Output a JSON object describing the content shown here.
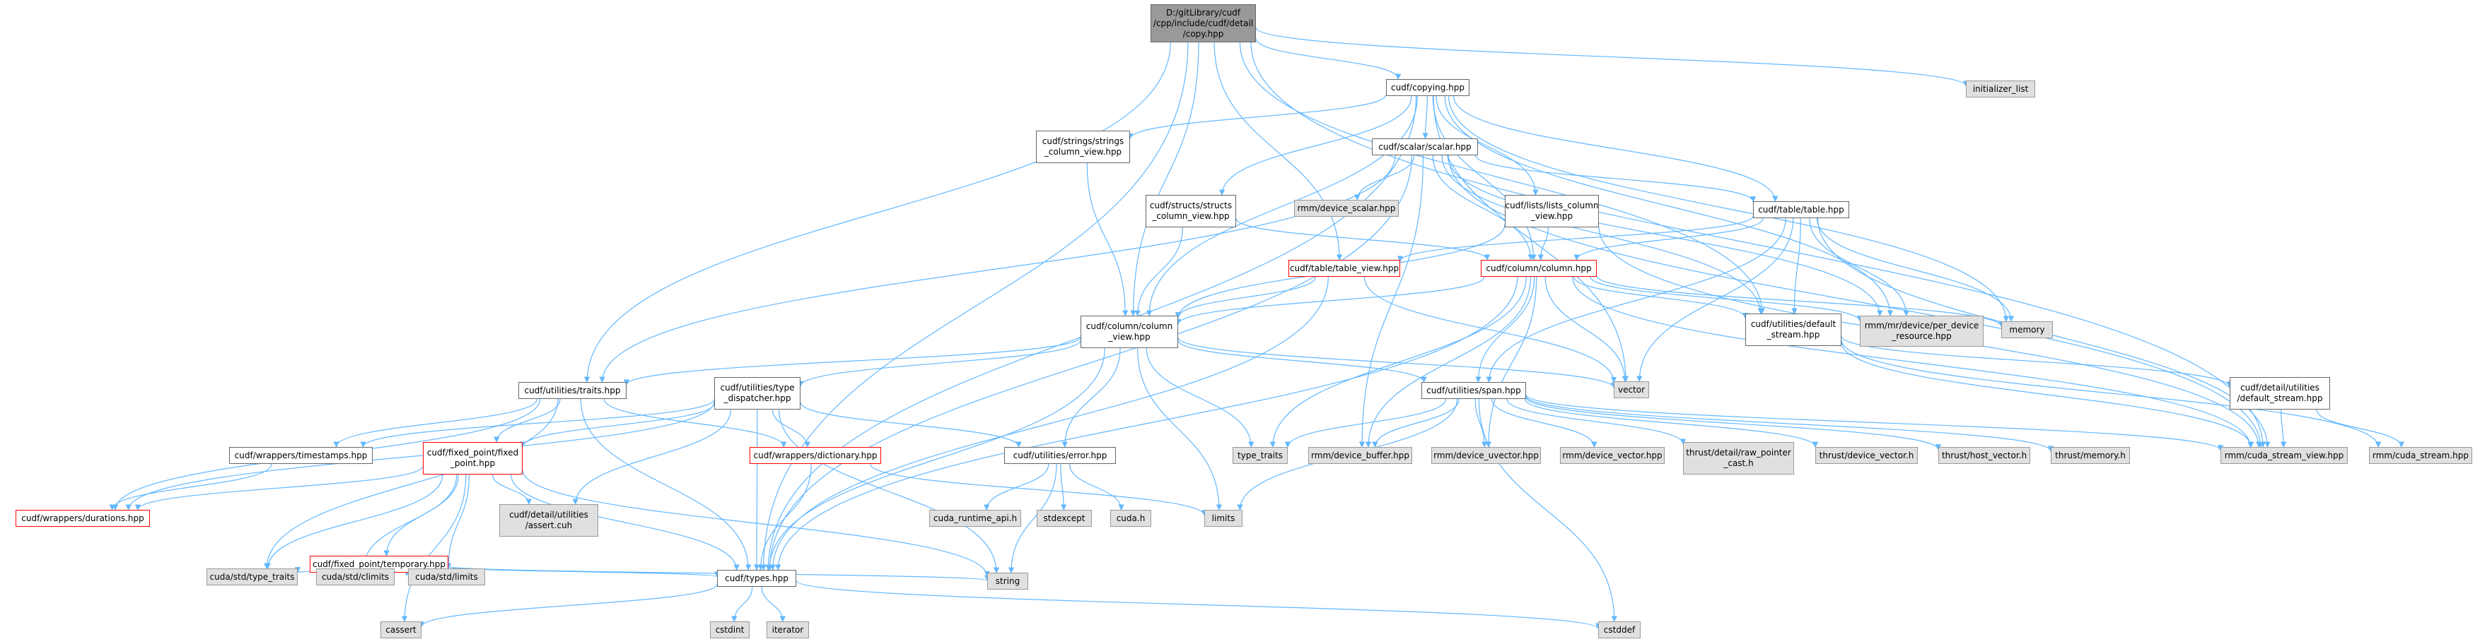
{
  "nodes": [
    {
      "id": "root",
      "label": "D:/gitLibrary/cudf\n/cpp/include/cudf/detail\n/copy.hpp",
      "kind": "root"
    },
    {
      "id": "initializer_list",
      "label": "initializer_list",
      "kind": "gray"
    },
    {
      "id": "copying",
      "label": "cudf/copying.hpp",
      "kind": "white"
    },
    {
      "id": "strings_view",
      "label": "cudf/strings/strings\n_column_view.hpp",
      "kind": "white"
    },
    {
      "id": "scalar",
      "label": "cudf/scalar/scalar.hpp",
      "kind": "white"
    },
    {
      "id": "device_scalar",
      "label": "rmm/device_scalar.hpp",
      "kind": "gray"
    },
    {
      "id": "structs_view",
      "label": "cudf/structs/structs\n_column_view.hpp",
      "kind": "white"
    },
    {
      "id": "lists_view",
      "label": "cudf/lists/lists_column\n_view.hpp",
      "kind": "white"
    },
    {
      "id": "table",
      "label": "cudf/table/table.hpp",
      "kind": "white"
    },
    {
      "id": "table_view",
      "label": "cudf/table/table_view.hpp",
      "kind": "red"
    },
    {
      "id": "column",
      "label": "cudf/column/column.hpp",
      "kind": "red"
    },
    {
      "id": "per_device",
      "label": "rmm/mr/device/per_device\n_resource.hpp",
      "kind": "gray"
    },
    {
      "id": "memory",
      "label": "memory",
      "kind": "gray"
    },
    {
      "id": "default_stream",
      "label": "cudf/utilities/default\n_stream.hpp",
      "kind": "white"
    },
    {
      "id": "column_view",
      "label": "cudf/column/column\n_view.hpp",
      "kind": "white"
    },
    {
      "id": "vector",
      "label": "vector",
      "kind": "gray"
    },
    {
      "id": "detail_default_stream",
      "label": "cudf/detail/utilities\n/default_stream.hpp",
      "kind": "white"
    },
    {
      "id": "traits",
      "label": "cudf/utilities/traits.hpp",
      "kind": "white"
    },
    {
      "id": "type_dispatcher",
      "label": "cudf/utilities/type\n_dispatcher.hpp",
      "kind": "white"
    },
    {
      "id": "span",
      "label": "cudf/utilities/span.hpp",
      "kind": "white"
    },
    {
      "id": "timestamps",
      "label": "cudf/wrappers/timestamps.hpp",
      "kind": "white"
    },
    {
      "id": "fixed_point",
      "label": "cudf/fixed_point/fixed\n_point.hpp",
      "kind": "red"
    },
    {
      "id": "dictionary",
      "label": "cudf/wrappers/dictionary.hpp",
      "kind": "red"
    },
    {
      "id": "error",
      "label": "cudf/utilities/error.hpp",
      "kind": "white"
    },
    {
      "id": "type_traits",
      "label": "type_traits",
      "kind": "gray"
    },
    {
      "id": "device_buffer",
      "label": "rmm/device_buffer.hpp",
      "kind": "gray"
    },
    {
      "id": "device_uvector",
      "label": "rmm/device_uvector.hpp",
      "kind": "gray"
    },
    {
      "id": "device_vector",
      "label": "rmm/device_vector.hpp",
      "kind": "gray"
    },
    {
      "id": "raw_pointer_cast",
      "label": "thrust/detail/raw_pointer\n_cast.h",
      "kind": "gray"
    },
    {
      "id": "thrust_device_vector",
      "label": "thrust/device_vector.h",
      "kind": "gray"
    },
    {
      "id": "host_vector",
      "label": "thrust/host_vector.h",
      "kind": "gray"
    },
    {
      "id": "thrust_memory",
      "label": "thrust/memory.h",
      "kind": "gray"
    },
    {
      "id": "cuda_stream_view",
      "label": "rmm/cuda_stream_view.hpp",
      "kind": "gray"
    },
    {
      "id": "cuda_stream",
      "label": "rmm/cuda_stream.hpp",
      "kind": "gray"
    },
    {
      "id": "durations",
      "label": "cudf/wrappers/durations.hpp",
      "kind": "red"
    },
    {
      "id": "assert_cuh",
      "label": "cudf/detail/utilities\n/assert.cuh",
      "kind": "gray"
    },
    {
      "id": "temporary",
      "label": "cudf/fixed_point/temporary.hpp",
      "kind": "red"
    },
    {
      "id": "cuda_runtime_api",
      "label": "cuda_runtime_api.h",
      "kind": "gray"
    },
    {
      "id": "stdexcept",
      "label": "stdexcept",
      "kind": "gray"
    },
    {
      "id": "cuda_h",
      "label": "cuda.h",
      "kind": "gray"
    },
    {
      "id": "limits",
      "label": "limits",
      "kind": "gray"
    },
    {
      "id": "std_type_traits",
      "label": "cuda/std/type_traits",
      "kind": "gray"
    },
    {
      "id": "climits",
      "label": "cuda/std/climits",
      "kind": "gray"
    },
    {
      "id": "std_limits",
      "label": "cuda/std/limits",
      "kind": "gray"
    },
    {
      "id": "string",
      "label": "string",
      "kind": "gray"
    },
    {
      "id": "types",
      "label": "cudf/types.hpp",
      "kind": "white"
    },
    {
      "id": "cassert",
      "label": "cassert",
      "kind": "gray"
    },
    {
      "id": "cstdint",
      "label": "cstdint",
      "kind": "gray"
    },
    {
      "id": "iterator",
      "label": "iterator",
      "kind": "gray"
    },
    {
      "id": "cstddef",
      "label": "cstddef",
      "kind": "gray"
    }
  ],
  "edges": [
    [
      "root",
      "initializer_list"
    ],
    [
      "root",
      "copying"
    ],
    [
      "root",
      "column_view"
    ],
    [
      "root",
      "table_view"
    ],
    [
      "root",
      "traits"
    ],
    [
      "root",
      "types"
    ],
    [
      "root",
      "default_stream"
    ],
    [
      "root",
      "cuda_stream_view"
    ],
    [
      "copying",
      "strings_view"
    ],
    [
      "copying",
      "scalar"
    ],
    [
      "copying",
      "structs_view"
    ],
    [
      "copying",
      "lists_view"
    ],
    [
      "copying",
      "table"
    ],
    [
      "copying",
      "column"
    ],
    [
      "copying",
      "column_view"
    ],
    [
      "copying",
      "per_device"
    ],
    [
      "copying",
      "memory"
    ],
    [
      "copying",
      "vector"
    ],
    [
      "copying",
      "types"
    ],
    [
      "strings_view",
      "column_view"
    ],
    [
      "scalar",
      "device_scalar"
    ],
    [
      "scalar",
      "column"
    ],
    [
      "scalar",
      "traits"
    ],
    [
      "scalar",
      "types"
    ],
    [
      "scalar",
      "default_stream"
    ],
    [
      "scalar",
      "per_device"
    ],
    [
      "scalar",
      "device_buffer"
    ],
    [
      "scalar",
      "cuda_stream_view"
    ],
    [
      "scalar",
      "table"
    ],
    [
      "structs_view",
      "column_view"
    ],
    [
      "structs_view",
      "column"
    ],
    [
      "lists_view",
      "column_view"
    ],
    [
      "lists_view",
      "column"
    ],
    [
      "lists_view",
      "cuda_stream_view"
    ],
    [
      "table",
      "column"
    ],
    [
      "table",
      "table_view"
    ],
    [
      "table",
      "default_stream"
    ],
    [
      "table",
      "per_device"
    ],
    [
      "table",
      "memory"
    ],
    [
      "table",
      "vector"
    ],
    [
      "table",
      "cuda_stream_view"
    ],
    [
      "table",
      "span"
    ],
    [
      "table_view",
      "column_view"
    ],
    [
      "table_view",
      "vector"
    ],
    [
      "table_view",
      "types"
    ],
    [
      "column",
      "column_view"
    ],
    [
      "column",
      "default_stream"
    ],
    [
      "column",
      "per_device"
    ],
    [
      "column",
      "memory"
    ],
    [
      "column",
      "vector"
    ],
    [
      "column",
      "type_traits"
    ],
    [
      "column",
      "device_buffer"
    ],
    [
      "column",
      "device_uvector"
    ],
    [
      "column",
      "types"
    ],
    [
      "column",
      "cuda_stream_view"
    ],
    [
      "column",
      "span"
    ],
    [
      "default_stream",
      "detail_default_stream"
    ],
    [
      "default_stream",
      "cuda_stream_view"
    ],
    [
      "default_stream",
      "cuda_stream"
    ],
    [
      "detail_default_stream",
      "cuda_stream_view"
    ],
    [
      "detail_default_stream",
      "cuda_stream"
    ],
    [
      "column_view",
      "traits"
    ],
    [
      "column_view",
      "type_dispatcher"
    ],
    [
      "column_view",
      "span"
    ],
    [
      "column_view",
      "error"
    ],
    [
      "column_view",
      "types"
    ],
    [
      "column_view",
      "limits"
    ],
    [
      "column_view",
      "type_traits"
    ],
    [
      "column_view",
      "vector"
    ],
    [
      "traits",
      "timestamps"
    ],
    [
      "traits",
      "fixed_point"
    ],
    [
      "traits",
      "dictionary"
    ],
    [
      "traits",
      "durations"
    ],
    [
      "traits",
      "std_type_traits"
    ],
    [
      "traits",
      "types"
    ],
    [
      "type_dispatcher",
      "timestamps"
    ],
    [
      "type_dispatcher",
      "fixed_point"
    ],
    [
      "type_dispatcher",
      "dictionary"
    ],
    [
      "type_dispatcher",
      "durations"
    ],
    [
      "type_dispatcher",
      "error"
    ],
    [
      "type_dispatcher",
      "assert_cuh"
    ],
    [
      "type_dispatcher",
      "types"
    ],
    [
      "type_dispatcher",
      "string"
    ],
    [
      "span",
      "type_traits"
    ],
    [
      "span",
      "device_buffer"
    ],
    [
      "span",
      "device_uvector"
    ],
    [
      "span",
      "device_vector"
    ],
    [
      "span",
      "raw_pointer_cast"
    ],
    [
      "span",
      "thrust_device_vector"
    ],
    [
      "span",
      "host_vector"
    ],
    [
      "span",
      "thrust_memory"
    ],
    [
      "span",
      "cuda_stream_view"
    ],
    [
      "span",
      "limits"
    ],
    [
      "span",
      "cstddef"
    ],
    [
      "timestamps",
      "durations"
    ],
    [
      "fixed_point",
      "temporary"
    ],
    [
      "fixed_point",
      "durations"
    ],
    [
      "fixed_point",
      "assert_cuh"
    ],
    [
      "fixed_point",
      "std_type_traits"
    ],
    [
      "fixed_point",
      "climits"
    ],
    [
      "fixed_point",
      "std_limits"
    ],
    [
      "fixed_point",
      "types"
    ],
    [
      "fixed_point",
      "cassert"
    ],
    [
      "fixed_point",
      "string"
    ],
    [
      "dictionary",
      "types"
    ],
    [
      "dictionary",
      "limits"
    ],
    [
      "error",
      "cuda_runtime_api"
    ],
    [
      "error",
      "stdexcept"
    ],
    [
      "error",
      "cuda_h"
    ],
    [
      "error",
      "string"
    ],
    [
      "temporary",
      "std_type_traits"
    ],
    [
      "temporary",
      "climits"
    ],
    [
      "temporary",
      "std_limits"
    ],
    [
      "temporary",
      "types"
    ],
    [
      "temporary",
      "string"
    ],
    [
      "types",
      "cassert"
    ],
    [
      "types",
      "cstdint"
    ],
    [
      "types",
      "iterator"
    ],
    [
      "types",
      "cstddef"
    ]
  ]
}
